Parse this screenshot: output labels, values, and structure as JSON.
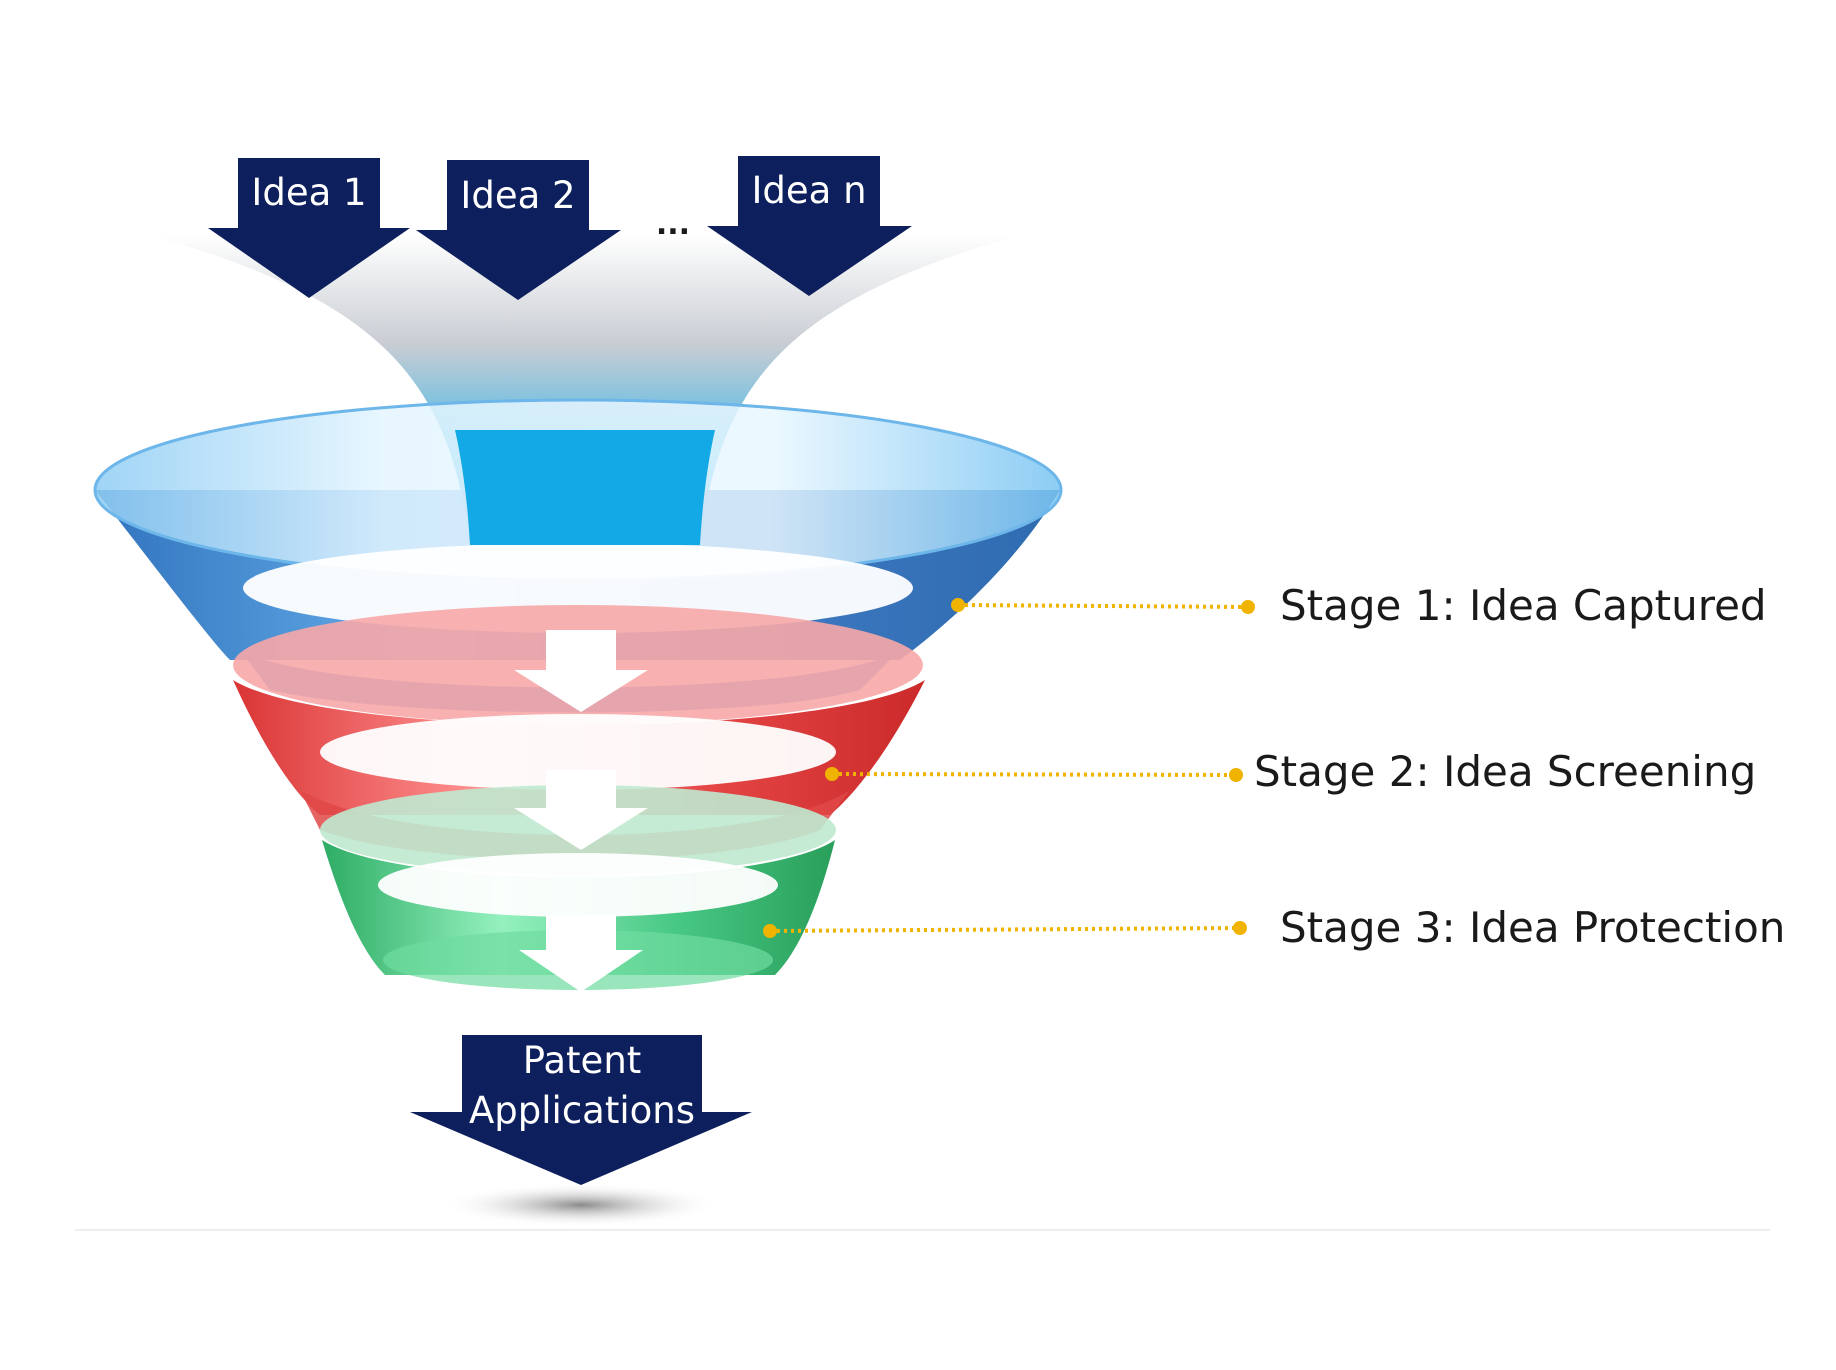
{
  "inputs": [
    {
      "label": "Idea 1"
    },
    {
      "label": "Idea 2"
    },
    {
      "label": "Idea n"
    }
  ],
  "ellipsis": "...",
  "stages": [
    {
      "label": "Stage 1: Idea Captured",
      "color": "#2f78c8"
    },
    {
      "label": "Stage 2: Idea Screening",
      "color": "#e23a3a"
    },
    {
      "label": "Stage 3: Idea Protection",
      "color": "#2fbf71"
    }
  ],
  "output": {
    "line1": "Patent",
    "line2": "Applications"
  },
  "colors": {
    "arrow_fill": "#0d1f5c",
    "leader_line": "#f0b400",
    "funnel_stream": "#13a9e6"
  },
  "icons": [
    "down-arrow-icon"
  ]
}
